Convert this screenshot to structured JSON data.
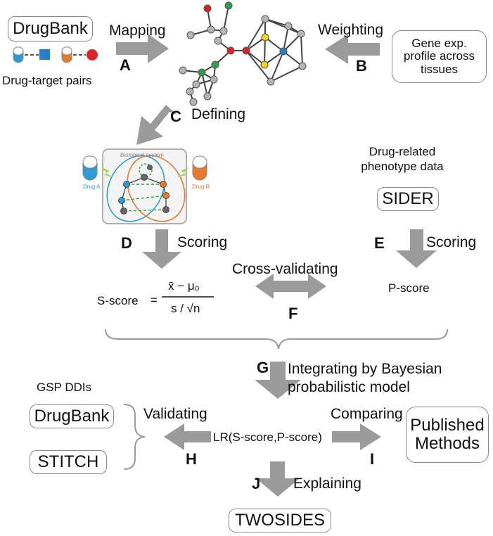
{
  "sources": {
    "drugbank_top": "DrugBank",
    "drug_target_pairs": "Drug-target pairs",
    "gene_exp_profile": "Gene exp. profile across tissues"
  },
  "steps": {
    "mapping": "Mapping",
    "a": "A",
    "weighting": "Weighting",
    "b": "B",
    "defining": "Defining",
    "c": "C",
    "scoring_d": "Scoring",
    "d": "D",
    "scoring_e": "Scoring",
    "e": "E",
    "cross_validating": "Cross-validating",
    "f": "F",
    "integrating": "Integrating by Bayesian probabilistic model",
    "g": "G",
    "validating": "Validating",
    "h": "H",
    "comparing": "Comparing",
    "i": "I",
    "explaining": "Explaining",
    "j": "J"
  },
  "bio_system": {
    "title": "Biological system",
    "drug_a": "Drug A",
    "drug_b": "Drug B"
  },
  "phenotype": {
    "label": "Drug-related phenotype data",
    "sider": "SIDER"
  },
  "scores": {
    "s_score_label": "S-score",
    "equals": "=",
    "numerator": "x̄ − μ₀",
    "denominator": "s / √n",
    "p_score": "P-score",
    "lr": "LR(S-score,P-score)"
  },
  "gsp": {
    "title": "GSP DDIs",
    "drugbank": "DrugBank",
    "stitch": "STITCH"
  },
  "outputs": {
    "published_methods": "Published Methods",
    "twosides": "TWOSIDES"
  },
  "colors": {
    "arrow": "#9b9b9b",
    "box_border": "#8a8a8a",
    "drug_a": "#2e9bd6",
    "drug_b": "#e87a2c",
    "node_green": "#2e9e4a",
    "node_red": "#d6252a",
    "node_yellow": "#f2d21b",
    "node_blue": "#2a7ec8",
    "node_gray": "#b5b5b5"
  }
}
